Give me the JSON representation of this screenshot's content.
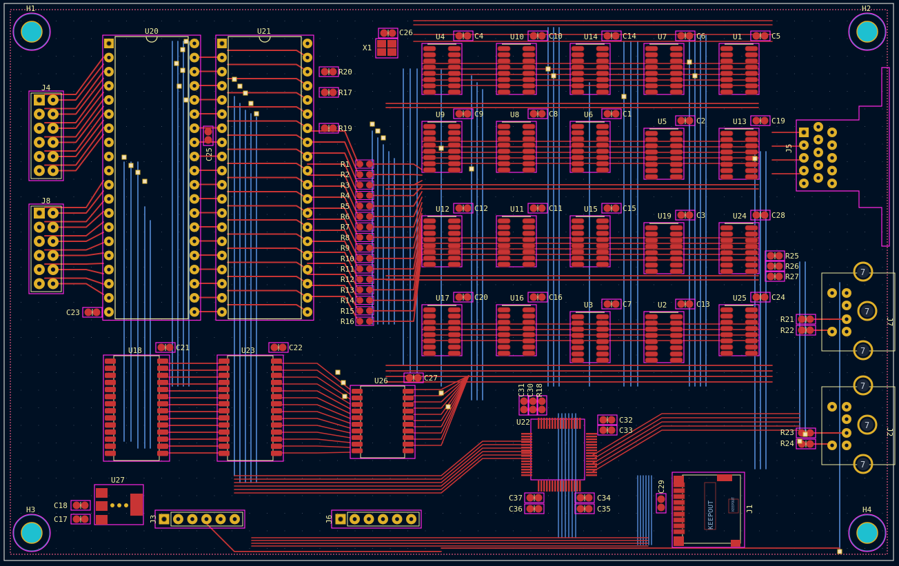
{
  "view": {
    "type": "pcb-layout",
    "colors": {
      "background": "#001023",
      "board_edge": "#d0d2cd",
      "front_copper": "#c83434",
      "back_copper": "#4d7fc4",
      "pad": "#c83434",
      "tht_pad": "#e0b02a",
      "courtyard": "#ff26e2",
      "silkscreen": "#f2eda1",
      "via": "#e3b72e",
      "mounting_hole": "#1ec0d0",
      "keepout": "#8aa9c9"
    }
  },
  "mounting_holes": [
    {
      "ref": "H1"
    },
    {
      "ref": "H2"
    },
    {
      "ref": "H3"
    },
    {
      "ref": "H4"
    }
  ],
  "dip_ics": [
    {
      "ref": "U20",
      "pins_per_side": 20
    },
    {
      "ref": "U21",
      "pins_per_side": 20
    }
  ],
  "soic_ics": [
    {
      "ref": "U4",
      "cap": "C4"
    },
    {
      "ref": "U10",
      "cap": "C10"
    },
    {
      "ref": "U14",
      "cap": "C14"
    },
    {
      "ref": "U7",
      "cap": "C6"
    },
    {
      "ref": "U1",
      "cap": "C5"
    },
    {
      "ref": "U9",
      "cap": "C9"
    },
    {
      "ref": "U8",
      "cap": "C8"
    },
    {
      "ref": "U6",
      "cap": "C1"
    },
    {
      "ref": "U5",
      "cap": "C2"
    },
    {
      "ref": "U13",
      "cap": "C19"
    },
    {
      "ref": "U12",
      "cap": "C12"
    },
    {
      "ref": "U11",
      "cap": "C11"
    },
    {
      "ref": "U15",
      "cap": "C15"
    },
    {
      "ref": "U19",
      "cap": "C3"
    },
    {
      "ref": "U24",
      "cap": "C28"
    },
    {
      "ref": "U17",
      "cap": "C20"
    },
    {
      "ref": "U16",
      "cap": "C16"
    },
    {
      "ref": "U3",
      "cap": "C7"
    },
    {
      "ref": "U2",
      "cap": "C13"
    },
    {
      "ref": "U25",
      "cap": "C24"
    }
  ],
  "tssop_ics": [
    {
      "ref": "U18",
      "cap": "C21"
    },
    {
      "ref": "U23",
      "cap": "C22"
    },
    {
      "ref": "U26",
      "cap": "C27"
    }
  ],
  "other_parts": {
    "U22": "U22",
    "U27": "U27",
    "X1": "X1",
    "C26": "C26",
    "C25": "C25",
    "C23": "C23",
    "C17": "C17",
    "C18": "C18",
    "C29": "C29",
    "C30": "C30",
    "C31": "C31",
    "R18": "R18",
    "C32": "C32",
    "C33": "C33",
    "C34": "C34",
    "C35": "C35",
    "C36": "C36",
    "C37": "C37",
    "R20": "R20",
    "R17": "R17",
    "R19": "R19",
    "R21": "R21",
    "R22": "R22",
    "R23": "R23",
    "R24": "R24",
    "R25": "R25",
    "R26": "R26",
    "R27": "R27"
  },
  "resistor_array": [
    "R1",
    "R2",
    "R3",
    "R4",
    "R5",
    "R6",
    "R7",
    "R8",
    "R9",
    "R10",
    "R11",
    "R12",
    "R13",
    "R14",
    "R15",
    "R16"
  ],
  "connectors": {
    "J1": {
      "ref": "J1",
      "keepout": "KEEPOUT",
      "keepout_small": "KEEPOUT"
    },
    "J2": {
      "ref": "J2",
      "pad_label": "7"
    },
    "J3": {
      "ref": "J3",
      "pins": 6
    },
    "J4": {
      "ref": "J4",
      "pins": 12
    },
    "J5": {
      "ref": "J5",
      "pins": 15
    },
    "J6": {
      "ref": "J6",
      "pins": 6
    },
    "J7": {
      "ref": "J7",
      "pad_label": "7"
    },
    "J8": {
      "ref": "J8",
      "pins": 12
    }
  }
}
